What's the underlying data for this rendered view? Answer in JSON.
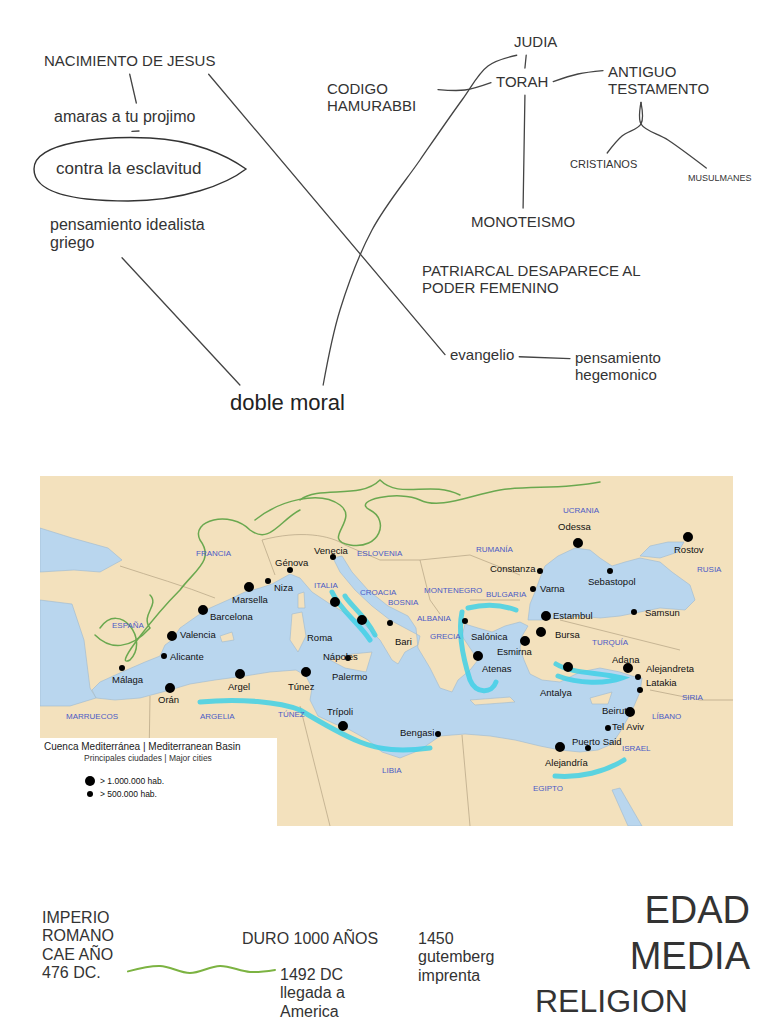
{
  "diagram": {
    "nodes": [
      {
        "text": [
          "NACIMIENTO DE JESUS"
        ]
      },
      {
        "text": [
          "amaras a tu projimo"
        ]
      },
      {
        "text": [
          "contra la esclavitud"
        ]
      },
      {
        "text": [
          "pensamiento idealista griego"
        ]
      },
      {
        "text": [
          "doble moral"
        ]
      },
      {
        "text": [
          "JUDIA"
        ]
      },
      {
        "text": [
          "CODIGO HAMURABBI"
        ]
      },
      {
        "text": [
          "TORAH"
        ]
      },
      {
        "text": [
          "ANTIGUO TESTAMENTO"
        ]
      },
      {
        "text": [
          "CRISTIANOS"
        ]
      },
      {
        "text": [
          "MUSULMANES"
        ]
      },
      {
        "text": [
          "MONOTEISMO"
        ]
      },
      {
        "text": [
          "PATRIARCAL DESAPARECE AL PODER FEMENINO"
        ]
      },
      {
        "text": [
          "evangelio"
        ]
      },
      {
        "text": [
          "pensamiento hegemonico"
        ]
      },
      {
        "text": [
          "IMPERIO ROMANO CAE AÑO 476 DC."
        ]
      },
      {
        "text": [
          "1492 DC llegada a America"
        ]
      }
    ],
    "edges": [
      {
        "from": 0,
        "to": 1,
        "arrow": "none"
      },
      {
        "from": 1,
        "to": 2,
        "arrow": "none"
      },
      {
        "from": 0,
        "to": 13,
        "arrow": "none"
      },
      {
        "from": 3,
        "to": 4,
        "arrow": "none"
      },
      {
        "from": 5,
        "to": 4,
        "arrow": "none"
      },
      {
        "from": 6,
        "to": 7,
        "arrow": "none"
      },
      {
        "from": 5,
        "to": 7,
        "arrow": "none"
      },
      {
        "from": 7,
        "to": 8,
        "arrow": "none"
      },
      {
        "from": 8,
        "to": 9,
        "arrow": "none"
      },
      {
        "from": 8,
        "to": 10,
        "arrow": "none"
      },
      {
        "from": 7,
        "to": 11,
        "arrow": "none"
      },
      {
        "from": 13,
        "to": 14,
        "arrow": "none"
      },
      {
        "from": 15,
        "to": 16,
        "arrow": "none"
      }
    ],
    "labels": [
      "Cuenca Mediterránea | Mediterranean Basin",
      "Principales ciudades | Major cities",
      "UCRANIA",
      "RUMANÍA",
      "RUSIA",
      "FRANCIA",
      "ESLOVENIA",
      "CROACIA",
      "BOSNIA",
      "MONTENEGRO",
      "BULGARIA",
      "ALBANIA",
      "GRECIA",
      "ITALIA",
      "ESPAÑA",
      "TURQUÍA",
      "SIRIA",
      "LÍBANO",
      "ISRAEL",
      "MARRUECOS",
      "ARGELIA",
      "TÚNEZ",
      "LIBIA",
      "EGIPTO",
      "Odessa",
      "Rostov",
      "Constanza",
      "Sebastopol",
      "Varna",
      "Venecia",
      "Génova",
      "Niza",
      "Marsella",
      "Barcelona",
      "Valencia",
      "Alicante",
      "Málaga",
      "Orán",
      "Argel",
      "Túnez",
      "Roma",
      "Bari",
      "Nápoles",
      "Palermo",
      "Trípoli",
      "Bengasi",
      "Estambul",
      "Samsun",
      "Bursa",
      "Esmirna",
      "Salónica",
      "Atenas",
      "Antalya",
      "Adana",
      "Alejandreta",
      "Latakia",
      "Beirut",
      "Tel Aviv",
      "Puerto Said",
      "Alejandría",
      "DURO 1000 AÑOS",
      "1450 gutemberg imprenta",
      "EDAD MEDIA",
      "RELIGION"
    ],
    "legend": [
      {
        "text": "> 1.000.000 hab."
      },
      {
        "text": "> 500.000 hab."
      }
    ]
  }
}
